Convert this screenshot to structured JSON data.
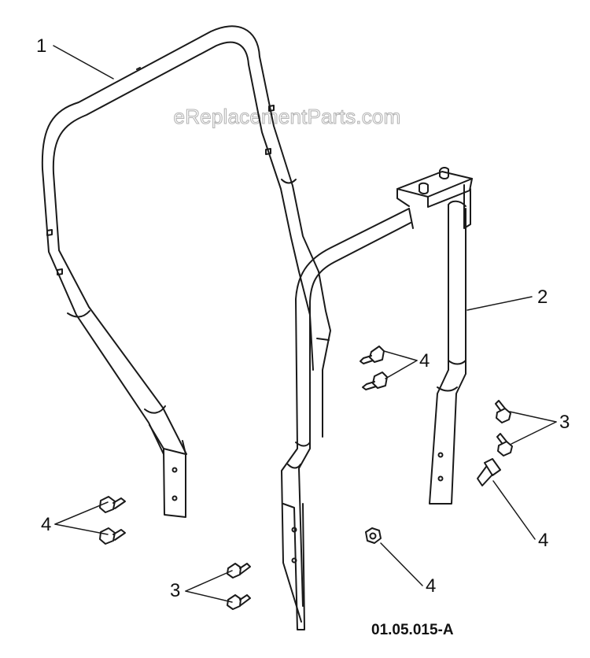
{
  "watermark": "eReplacementParts.com",
  "figure_code": "01.05.015-A",
  "callouts": {
    "c1": "1",
    "c2": "2",
    "c3a": "3",
    "c3b": "3",
    "c4a": "4",
    "c4b": "4",
    "c4c": "4",
    "c4d": "4"
  },
  "colors": {
    "line": "#1a1a1a",
    "background": "#ffffff",
    "watermark_outline": "#b5b5b5"
  }
}
